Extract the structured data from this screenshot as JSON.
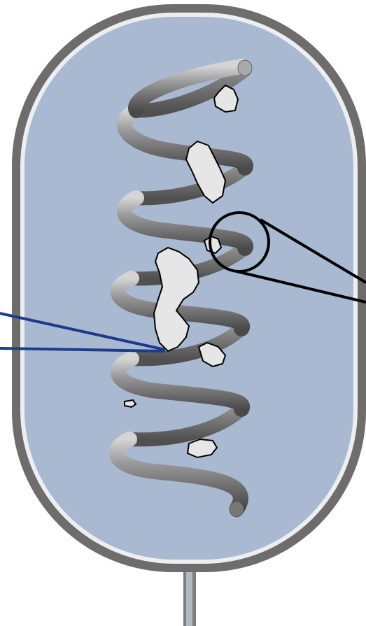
{
  "diagram": {
    "colors": {
      "background": "#ffffff",
      "vessel_outer": "#6f6c6c",
      "vessel_rim": "#e9eaee",
      "vessel_inner": "#aab9d2",
      "coil": "#8a8a8a",
      "coil_highlight": "#cfcfcf",
      "coil_shadow": "#3a3a3a",
      "particle_fill": "#e6e6e6",
      "particle_outline": "#000000",
      "callout_blue": "#1e3a8a",
      "callout_black": "#000000",
      "stem": "#8c8c8c"
    },
    "parts": {
      "vessel": "tank-vessel",
      "coil": "helical-coil",
      "particles": "deposit-particles",
      "magnifier": "magnifier-circle-callout",
      "pointer": "blue-pointer-lines",
      "stem": "outlet-stem"
    }
  }
}
